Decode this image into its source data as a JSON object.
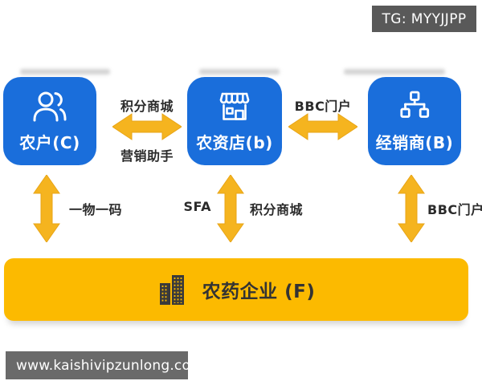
{
  "badges": {
    "tg": "TG: MYYJJPP",
    "watermark": "www.kaishivipzunlong.com"
  },
  "nodes": {
    "farmer": {
      "label": "农户(C)",
      "icon": "users-icon"
    },
    "store": {
      "label": "农资店(b)",
      "icon": "storefront-icon"
    },
    "distributor": {
      "label": "经销商(B)",
      "icon": "sitemap-icon"
    },
    "enterprise": {
      "label": "农药企业 (F)",
      "icon": "buildings-icon"
    }
  },
  "edges": {
    "farmer_store": {
      "label_top": "积分商城",
      "label_bottom": "营销助手"
    },
    "store_distributor": {
      "label_top": "BBC门户"
    },
    "farmer_enterprise": {
      "label": "一物一码"
    },
    "store_enterprise": {
      "label_left": "SFA",
      "label_right": "积分商城"
    },
    "distributor_enterprise": {
      "label": "BBC门户"
    }
  },
  "colors": {
    "node_blue": "#1a6edb",
    "arrow_yellow": "#f5b41f",
    "enterprise_yellow": "#fcba00",
    "tg_badge_gray": "#595959",
    "watermark_gray": "#6a6a6a",
    "edge_label_dark": "#2b2b2b",
    "enterprise_text": "#333333",
    "icon_white": "#ffffff",
    "buildings_dark": "#3a3a3a"
  }
}
